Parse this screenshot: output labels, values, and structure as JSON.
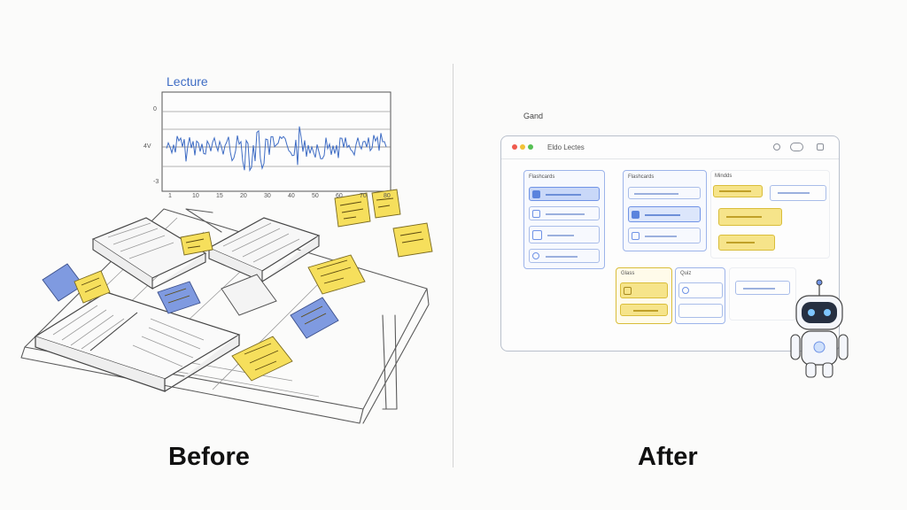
{
  "before": {
    "caption": "Before",
    "chart_title": "Lecture",
    "chart_y_labels": [
      "0",
      "4V",
      "-3"
    ],
    "chart_x_labels": [
      "1",
      "10",
      "15",
      "20",
      "30",
      "40",
      "50",
      "60",
      "70",
      "80"
    ]
  },
  "after": {
    "caption": "After",
    "header_label": "Gand",
    "window_title": "Eldo Lectes",
    "cards": [
      {
        "title": "Flashcards"
      },
      {
        "title": "Flashcards"
      },
      {
        "title": "Mindds"
      },
      {
        "title": "Glass"
      },
      {
        "title": "Quiz"
      }
    ]
  },
  "colors": {
    "accent_blue": "#6f93e6",
    "accent_yellow": "#f3dc63",
    "window_border": "#b9c0cc",
    "traffic_red": "#ef5b4f",
    "traffic_yellow": "#f2c237",
    "traffic_green": "#56c054"
  }
}
